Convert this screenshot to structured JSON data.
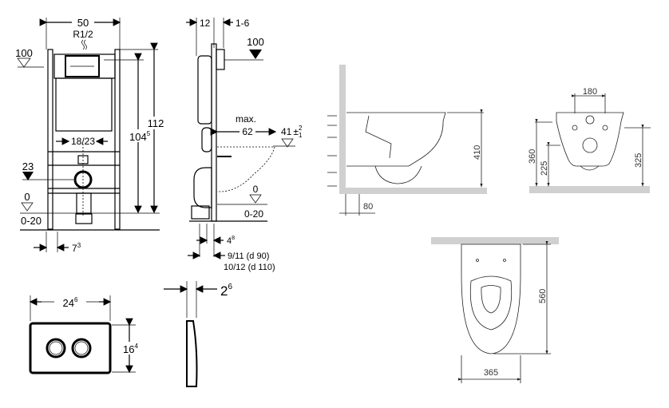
{
  "frame_front": {
    "width": "50",
    "thread": "R1/2",
    "level_top": "100",
    "height_total": "112",
    "height_inner_base": "104",
    "height_inner_sup": "5",
    "spacing": "18/23",
    "level_drain": "23",
    "level_floor": "0",
    "floor_range": "0-20",
    "offset_base": "7",
    "offset_sup": "3"
  },
  "frame_side": {
    "depth": "12",
    "wall_gap": "1-6",
    "level_top": "100",
    "max_label": "max.",
    "bowl_proj": "62",
    "seat_height": "41",
    "tol_plus": "2",
    "tol_minus": "1",
    "level_floor": "0",
    "floor_range": "0-20",
    "pipe_offset_base": "4",
    "pipe_offset_sup": "8",
    "d90": "9/11 (d 90)",
    "d110": "10/12 (d 110)"
  },
  "plate": {
    "width_base": "24",
    "width_sup": "6",
    "height_base": "16",
    "height_sup": "4",
    "depth_base": "2",
    "depth_sup": "6"
  },
  "bowl_side": {
    "height": "410",
    "wall_offset": "80"
  },
  "bowl_front": {
    "bolt_spacing": "180",
    "h360": "360",
    "h225": "225",
    "h325": "325"
  },
  "bowl_top": {
    "length": "560",
    "width": "365"
  }
}
